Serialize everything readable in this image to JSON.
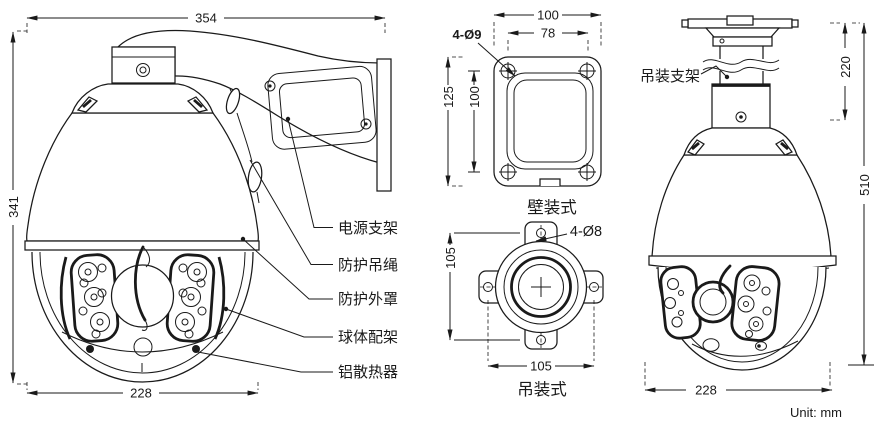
{
  "unit_note": "Unit: mm",
  "colors": {
    "line": "#1a1a1a",
    "background": "#ffffff"
  },
  "wall_view": {
    "dim_width_top": "354",
    "dim_height": "341",
    "dim_width_bottom": "228",
    "part_labels": [
      {
        "text": "电源支架"
      },
      {
        "text": "防护吊绳"
      },
      {
        "text": "防护外罩"
      },
      {
        "text": "球体配架"
      },
      {
        "text": "铝散热器"
      }
    ]
  },
  "wall_plate": {
    "title": "壁装式",
    "hole_note": "4-Ø9",
    "dim_outer_width": "100",
    "dim_inner_width": "78",
    "dim_outer_height": "125",
    "dim_inner_height": "100"
  },
  "ceiling_plate": {
    "title": "吊装式",
    "hole_note": "4-Ø8",
    "dim_height": "105",
    "dim_width": "105"
  },
  "ceiling_view": {
    "bracket_label": "吊装支架",
    "dim_tube": "220",
    "dim_total_height": "510",
    "dim_width_bottom": "228"
  }
}
